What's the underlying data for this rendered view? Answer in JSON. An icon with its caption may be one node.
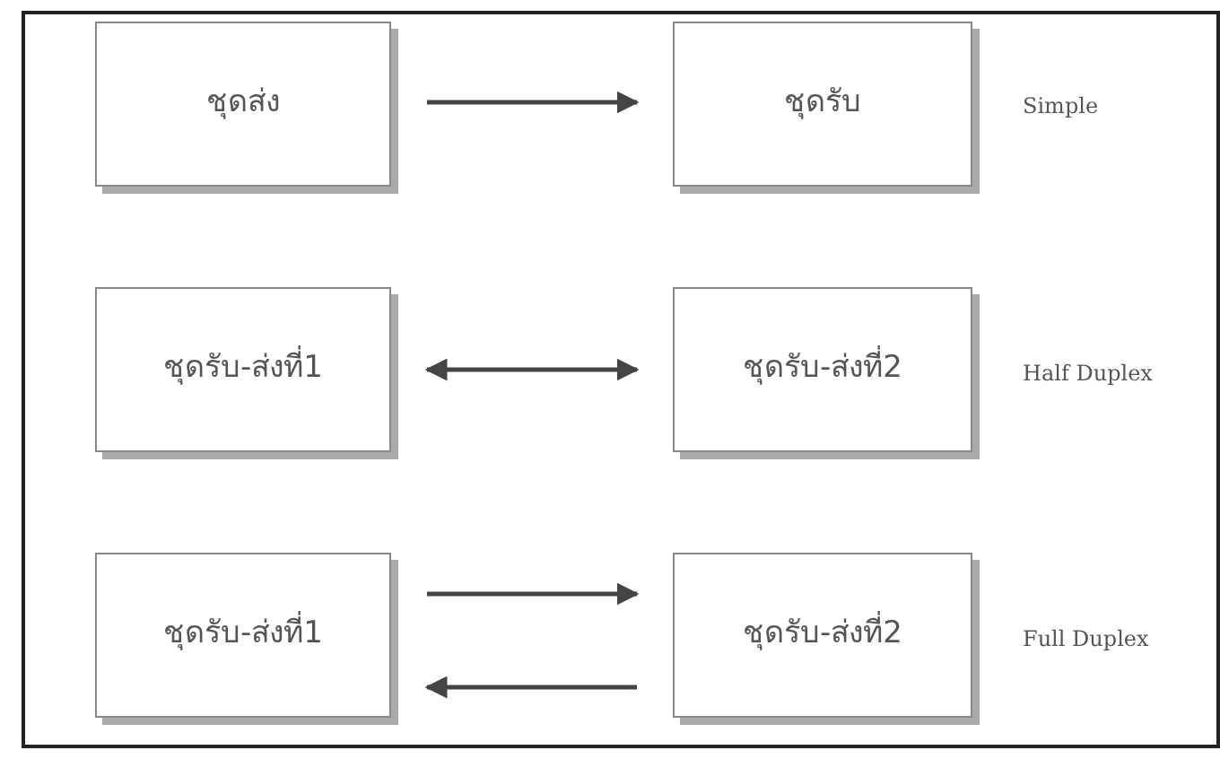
{
  "diagram": {
    "nodes": [
      {
        "text": [
          "ชุดส่ง"
        ]
      },
      {
        "text": [
          "ชุดรับ"
        ]
      },
      {
        "text": [
          "ชุดรับ-ส่งที่1"
        ]
      },
      {
        "text": [
          "ชุดรับ-ส่งที่2"
        ]
      },
      {
        "text": [
          "ชุดรับ-ส่งที่1"
        ]
      },
      {
        "text": [
          "ชุดรับ-ส่งที่2"
        ]
      }
    ],
    "edges": [
      {
        "from": 0,
        "to": 1,
        "arrow": "to"
      },
      {
        "from": 2,
        "to": 3,
        "arrow": "both"
      },
      {
        "from": 4,
        "to": 5,
        "arrow": "to"
      },
      {
        "from": 5,
        "to": 4,
        "arrow": "to"
      }
    ],
    "labels": [
      "Simple",
      "Half Duplex",
      "Full Duplex"
    ]
  }
}
